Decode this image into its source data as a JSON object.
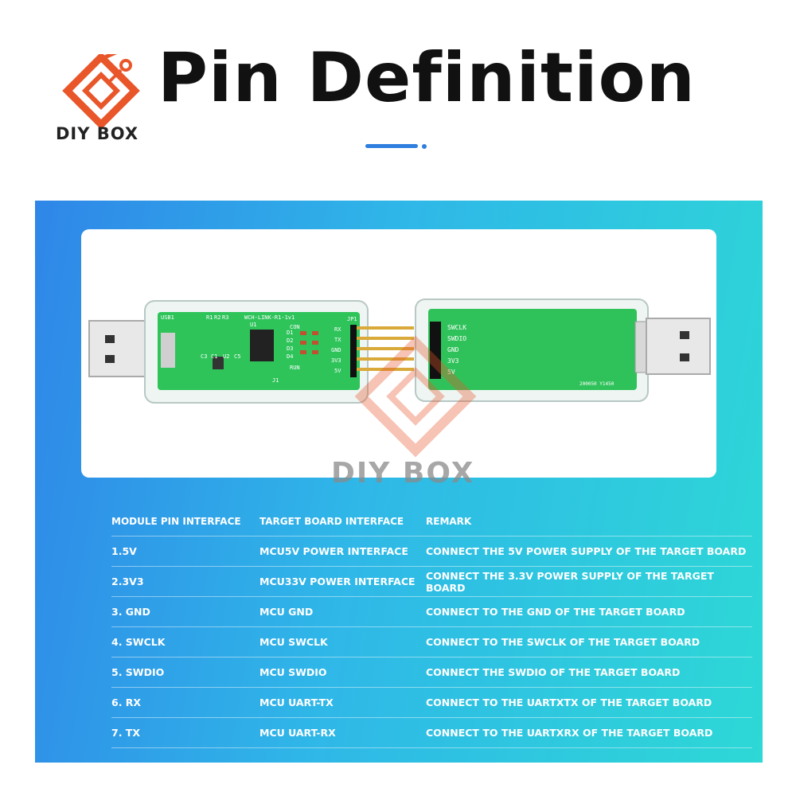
{
  "brand": {
    "name": "DIY BOX",
    "accent": "#e8562a"
  },
  "title": "Pin Definition",
  "watermark": "DIY BOX",
  "board": {
    "left_silk": [
      "USB1",
      "R1",
      "R2",
      "R3",
      "U1",
      "WCH-LINK-R1-1v1",
      "JP1",
      "D1",
      "D2",
      "D3",
      "D4",
      "CON",
      "RUN",
      "RX",
      "TX",
      "GND",
      "3V3",
      "5V",
      "U2",
      "C1",
      "C3",
      "C5",
      "J1"
    ],
    "right_silk": [
      "SWCLK",
      "SWDIO",
      "GND",
      "3V3",
      "5V",
      "200050 Y1450"
    ]
  },
  "table": {
    "headers": [
      "MODULE PIN INTERFACE",
      "TARGET BOARD INTERFACE",
      "REMARK"
    ],
    "rows": [
      [
        "1.5V",
        "MCU5V POWER INTERFACE",
        "CONNECT THE 5V POWER SUPPLY OF THE TARGET BOARD"
      ],
      [
        "2.3V3",
        "MCU33V POWER INTERFACE",
        "CONNECT THE 3.3V POWER SUPPLY OF THE TARGET BOARD"
      ],
      [
        "3. GND",
        "MCU GND",
        "CONNECT TO THE GND OF THE TARGET BOARD"
      ],
      [
        "4. SWCLK",
        "MCU SWCLK",
        "CONNECT TO THE SWCLK OF THE TARGET BOARD"
      ],
      [
        "5. SWDIO",
        "MCU SWDIO",
        "CONNECT THE SWDIO OF THE TARGET BOARD"
      ],
      [
        "6. RX",
        "MCU UART-TX",
        "CONNECT TO THE UARTXTX OF THE TARGET BOARD"
      ],
      [
        "7. TX",
        "MCU UART-RX",
        "CONNECT TO THE UARTXRX OF THE TARGET BOARD"
      ]
    ]
  }
}
